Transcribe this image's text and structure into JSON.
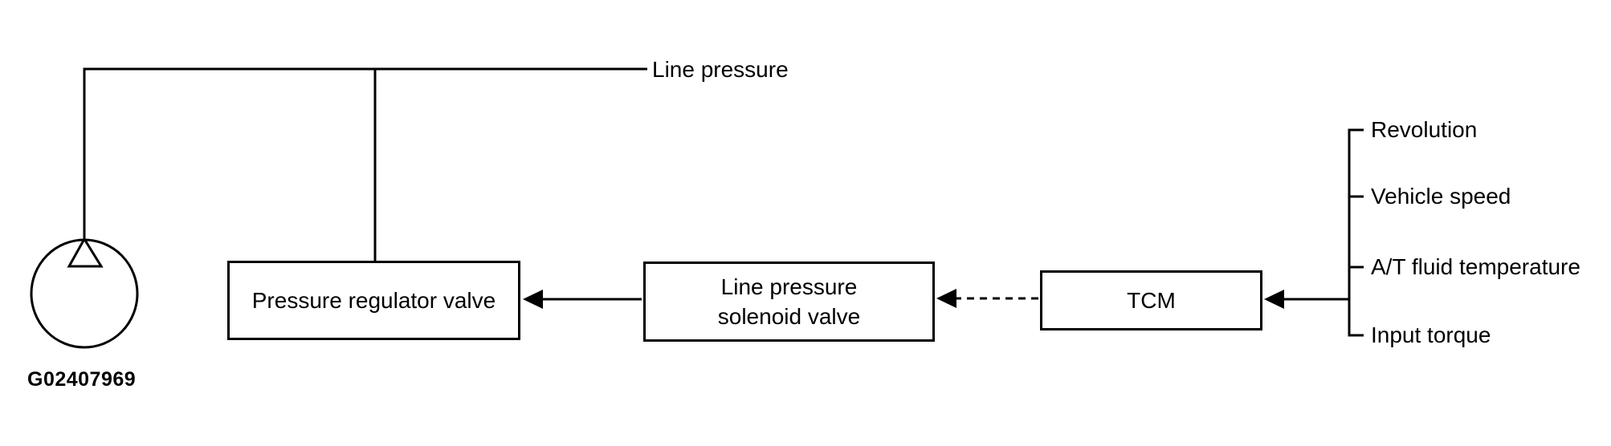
{
  "labels": {
    "line_pressure": "Line pressure",
    "figure_id": "G02407969"
  },
  "boxes": {
    "pressure_regulator_valve": "Pressure regulator valve",
    "solenoid_line1": "Line pressure",
    "solenoid_line2": "solenoid valve",
    "tcm": "TCM"
  },
  "sensors": [
    "Revolution",
    "Vehicle speed",
    "A/T fluid temperature",
    "Input torque"
  ],
  "icons": {
    "pump": "circle-with-upward-triangle"
  },
  "colors": {
    "stroke": "#000000",
    "background": "#ffffff"
  }
}
